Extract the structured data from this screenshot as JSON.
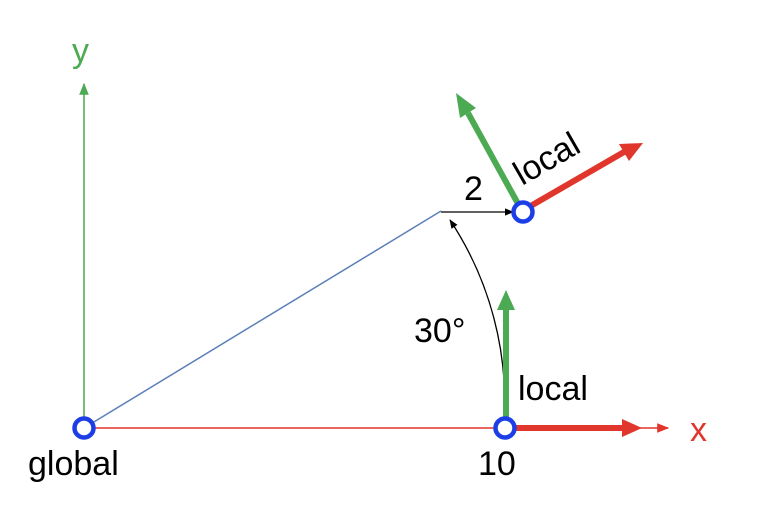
{
  "labels": {
    "global": "global",
    "x_axis": "x",
    "y_axis": "y",
    "local_lower": "local",
    "local_upper": "local",
    "distance": "10",
    "offset": "2",
    "angle": "30°"
  },
  "colors": {
    "x_axis": "#e0362c",
    "y_axis": "#4caa53",
    "origin_marker": "#1c3ee6",
    "radius_line": "#5b7fb8",
    "annotation": "#000000"
  }
}
